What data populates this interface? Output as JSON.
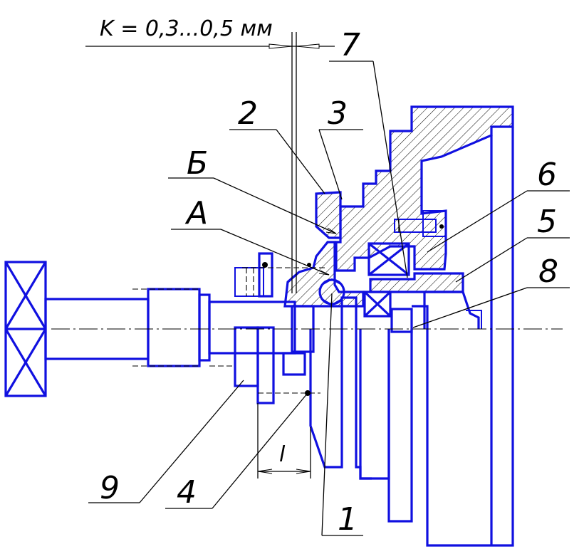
{
  "drawing": {
    "dimension_k": "K = 0,3...0,5 мм",
    "dimension_l": "l",
    "accent_color": "#1010e0",
    "line_color": "#000000",
    "leaders": [
      {
        "id": "1",
        "text": "1"
      },
      {
        "id": "2",
        "text": "2"
      },
      {
        "id": "3",
        "text": "3"
      },
      {
        "id": "4",
        "text": "4"
      },
      {
        "id": "5",
        "text": "5"
      },
      {
        "id": "6",
        "text": "6"
      },
      {
        "id": "7",
        "text": "7"
      },
      {
        "id": "8",
        "text": "8"
      },
      {
        "id": "9",
        "text": "9"
      },
      {
        "id": "A",
        "text": "А"
      },
      {
        "id": "B",
        "text": "Б"
      }
    ]
  }
}
